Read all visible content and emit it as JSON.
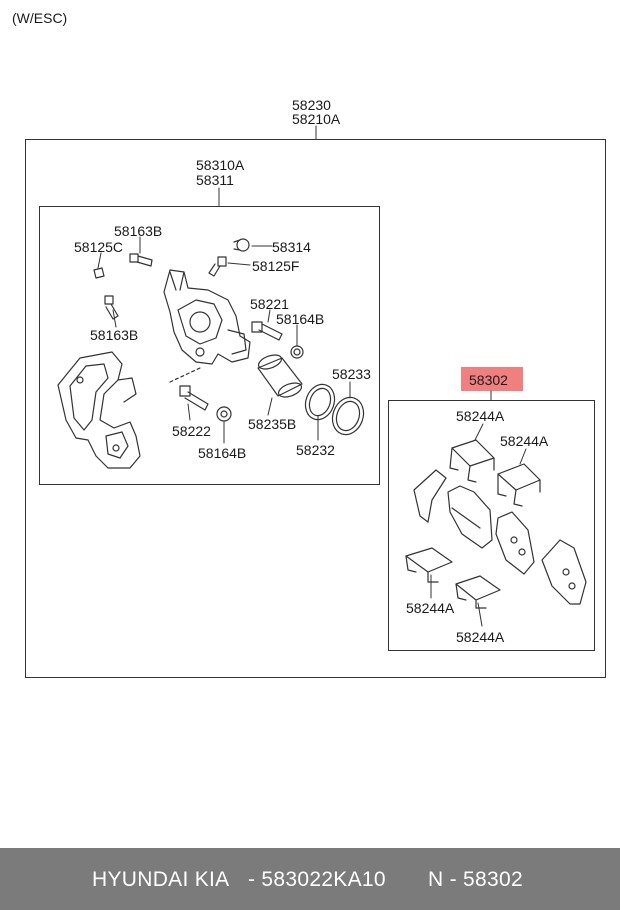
{
  "variant_note": "(W/ESC)",
  "labels": {
    "assembly_1": "58230",
    "assembly_2": "58210A",
    "caliper_1": "58310A",
    "caliper_2": "58311",
    "p58163B_top": "58163B",
    "p58125C": "58125C",
    "p58314": "58314",
    "p58125F": "58125F",
    "p58221": "58221",
    "p58164B_right": "58164B",
    "p58163B_bottom": "58163B",
    "p58233": "58233",
    "p58222": "58222",
    "p58235B": "58235B",
    "p58164B_bottom": "58164B",
    "p58232": "58232",
    "pad_kit": "58302",
    "clip_1": "58244A",
    "clip_2": "58244A",
    "clip_3": "58244A",
    "clip_4": "58244A"
  },
  "highlight_color": "#f08080",
  "footer": {
    "brand": "HYUNDAI  KIA",
    "part_number": "- 583022KA10",
    "ref": "N - 58302"
  }
}
